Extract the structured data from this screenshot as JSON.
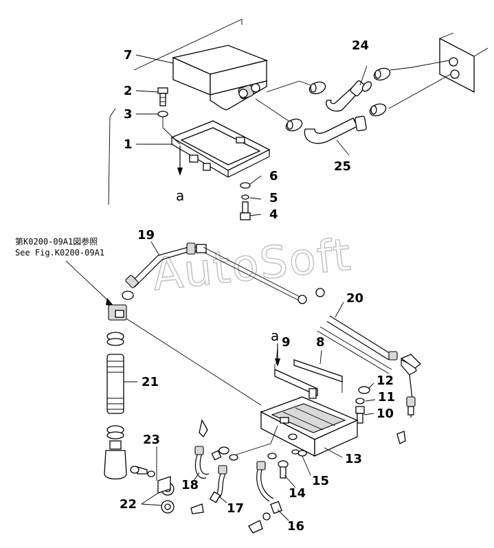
{
  "callouts": [
    {
      "id": "c7",
      "label": "7"
    },
    {
      "id": "c2",
      "label": "2"
    },
    {
      "id": "c3",
      "label": "3"
    },
    {
      "id": "c1",
      "label": "1"
    },
    {
      "id": "c6",
      "label": "6"
    },
    {
      "id": "c5",
      "label": "5"
    },
    {
      "id": "c4",
      "label": "4"
    },
    {
      "id": "c24",
      "label": "24"
    },
    {
      "id": "c25",
      "label": "25"
    },
    {
      "id": "c19",
      "label": "19"
    },
    {
      "id": "c20",
      "label": "20"
    },
    {
      "id": "c8",
      "label": "8"
    },
    {
      "id": "c9",
      "label": "9"
    },
    {
      "id": "c12",
      "label": "12"
    },
    {
      "id": "c11",
      "label": "11"
    },
    {
      "id": "c10",
      "label": "10"
    },
    {
      "id": "c21",
      "label": "21"
    },
    {
      "id": "c13",
      "label": "13"
    },
    {
      "id": "c23",
      "label": "23"
    },
    {
      "id": "c15",
      "label": "15"
    },
    {
      "id": "c18",
      "label": "18"
    },
    {
      "id": "c14",
      "label": "14"
    },
    {
      "id": "c22",
      "label": "22"
    },
    {
      "id": "c17",
      "label": "17"
    },
    {
      "id": "c16",
      "label": "16"
    }
  ],
  "connector_marks": {
    "top": "a",
    "bottom": "a"
  },
  "reference": {
    "jp": "第K0200-09A1図参照",
    "en": "See Fig.K0200-09A1"
  },
  "watermark": "AutoSoft"
}
